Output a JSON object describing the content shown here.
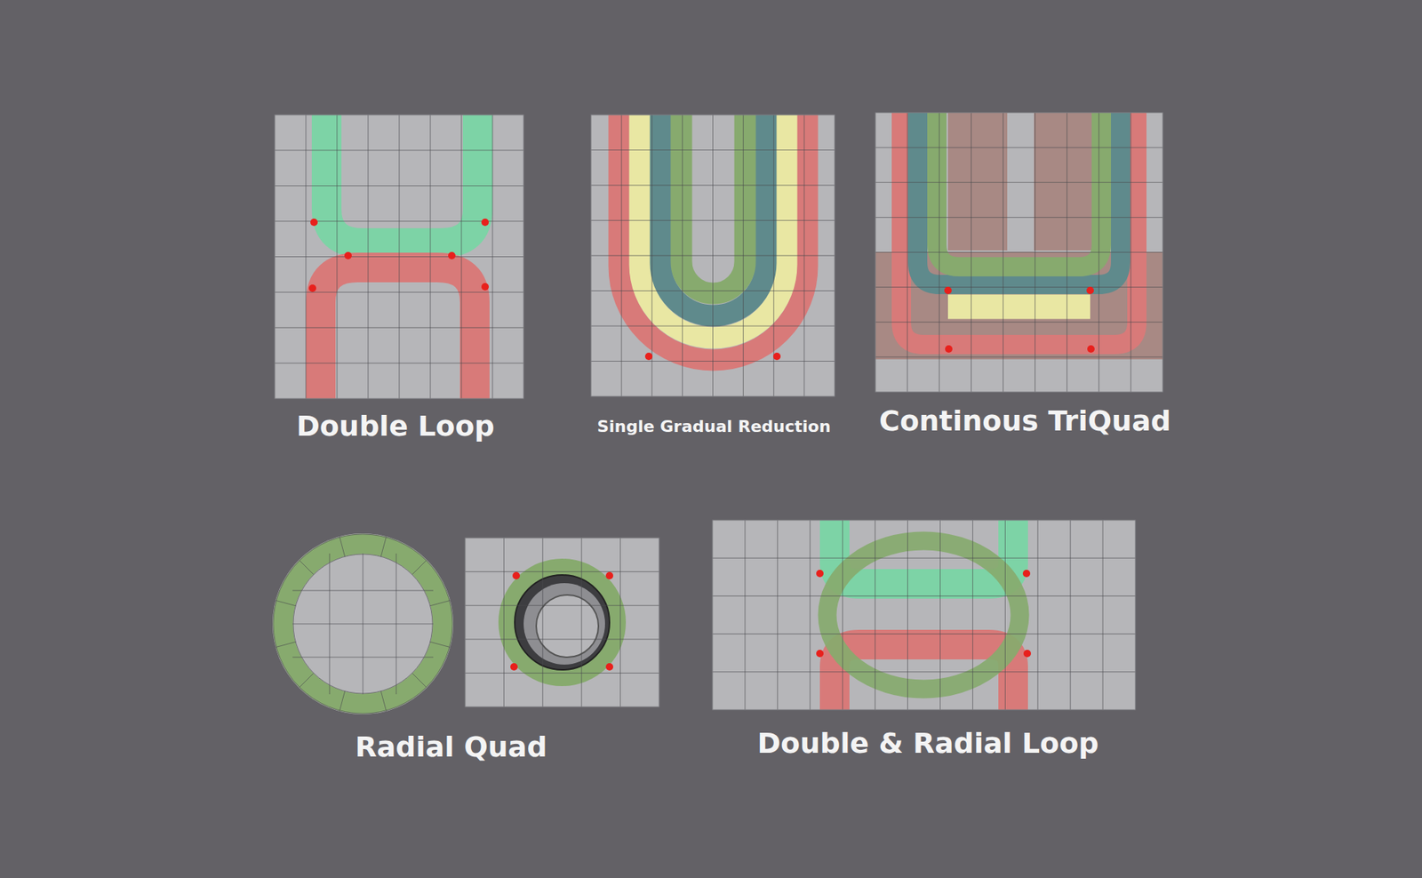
{
  "diagram": {
    "labels": [
      "Double Loop",
      "Single Gradual Reduction",
      "Continous TriQuad",
      "Radial Quad",
      "Double & Radial Loop"
    ]
  }
}
